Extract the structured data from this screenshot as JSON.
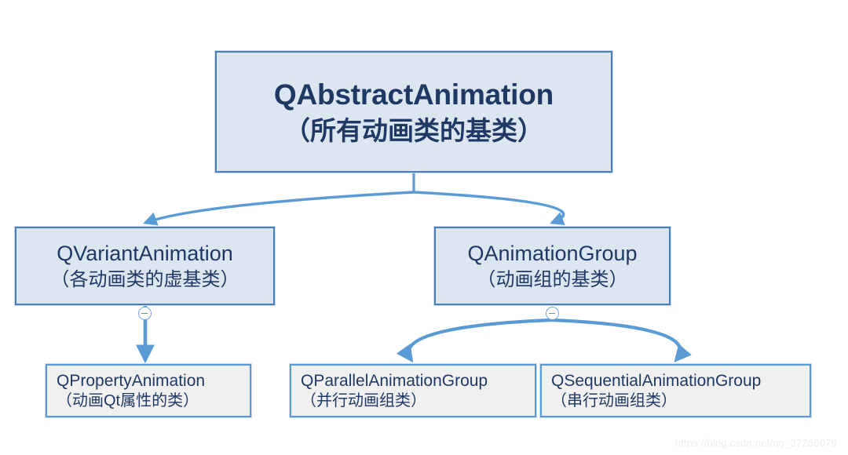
{
  "diagram": {
    "title": "QAbstractAnimation class hierarchy",
    "colors": {
      "node_fill_blue": "#dce6f1",
      "node_border_blue": "#4a7ebb",
      "leaf_fill_gray": "#f0f0f0",
      "leaf_border_blue": "#5b9bd5",
      "text": "#1f3864",
      "connector": "#5b9bd5",
      "background": "#ffffff"
    },
    "nodes": {
      "root": {
        "title": "QAbstractAnimation",
        "subtitle": "（所有动画类的基类）"
      },
      "variant": {
        "title": "QVariantAnimation",
        "subtitle": "（各动画类的虚基类）"
      },
      "group": {
        "title": "QAnimationGroup",
        "subtitle": "（动画组的基类）"
      },
      "property": {
        "title": "QPropertyAnimation",
        "subtitle": "（动画Qt属性的类）"
      },
      "parallel": {
        "title": "QParallelAnimationGroup",
        "subtitle": "（并行动画组类）"
      },
      "sequential": {
        "title": "QSequentialAnimationGroup",
        "subtitle": "（串行动画组类）"
      }
    },
    "edges": [
      {
        "from": "root",
        "to": "variant",
        "style": "curved-arrow"
      },
      {
        "from": "root",
        "to": "group",
        "style": "curved-arrow"
      },
      {
        "from": "variant",
        "to": "property",
        "style": "straight-arrow"
      },
      {
        "from": "group",
        "to": "parallel",
        "style": "curved-arrow"
      },
      {
        "from": "group",
        "to": "sequential",
        "style": "curved-arrow"
      }
    ],
    "handles": {
      "variant_collapse": "minus",
      "group_collapse": "minus"
    }
  },
  "watermark": {
    "text": "https://blog.csdn.net/qq_37266079"
  }
}
